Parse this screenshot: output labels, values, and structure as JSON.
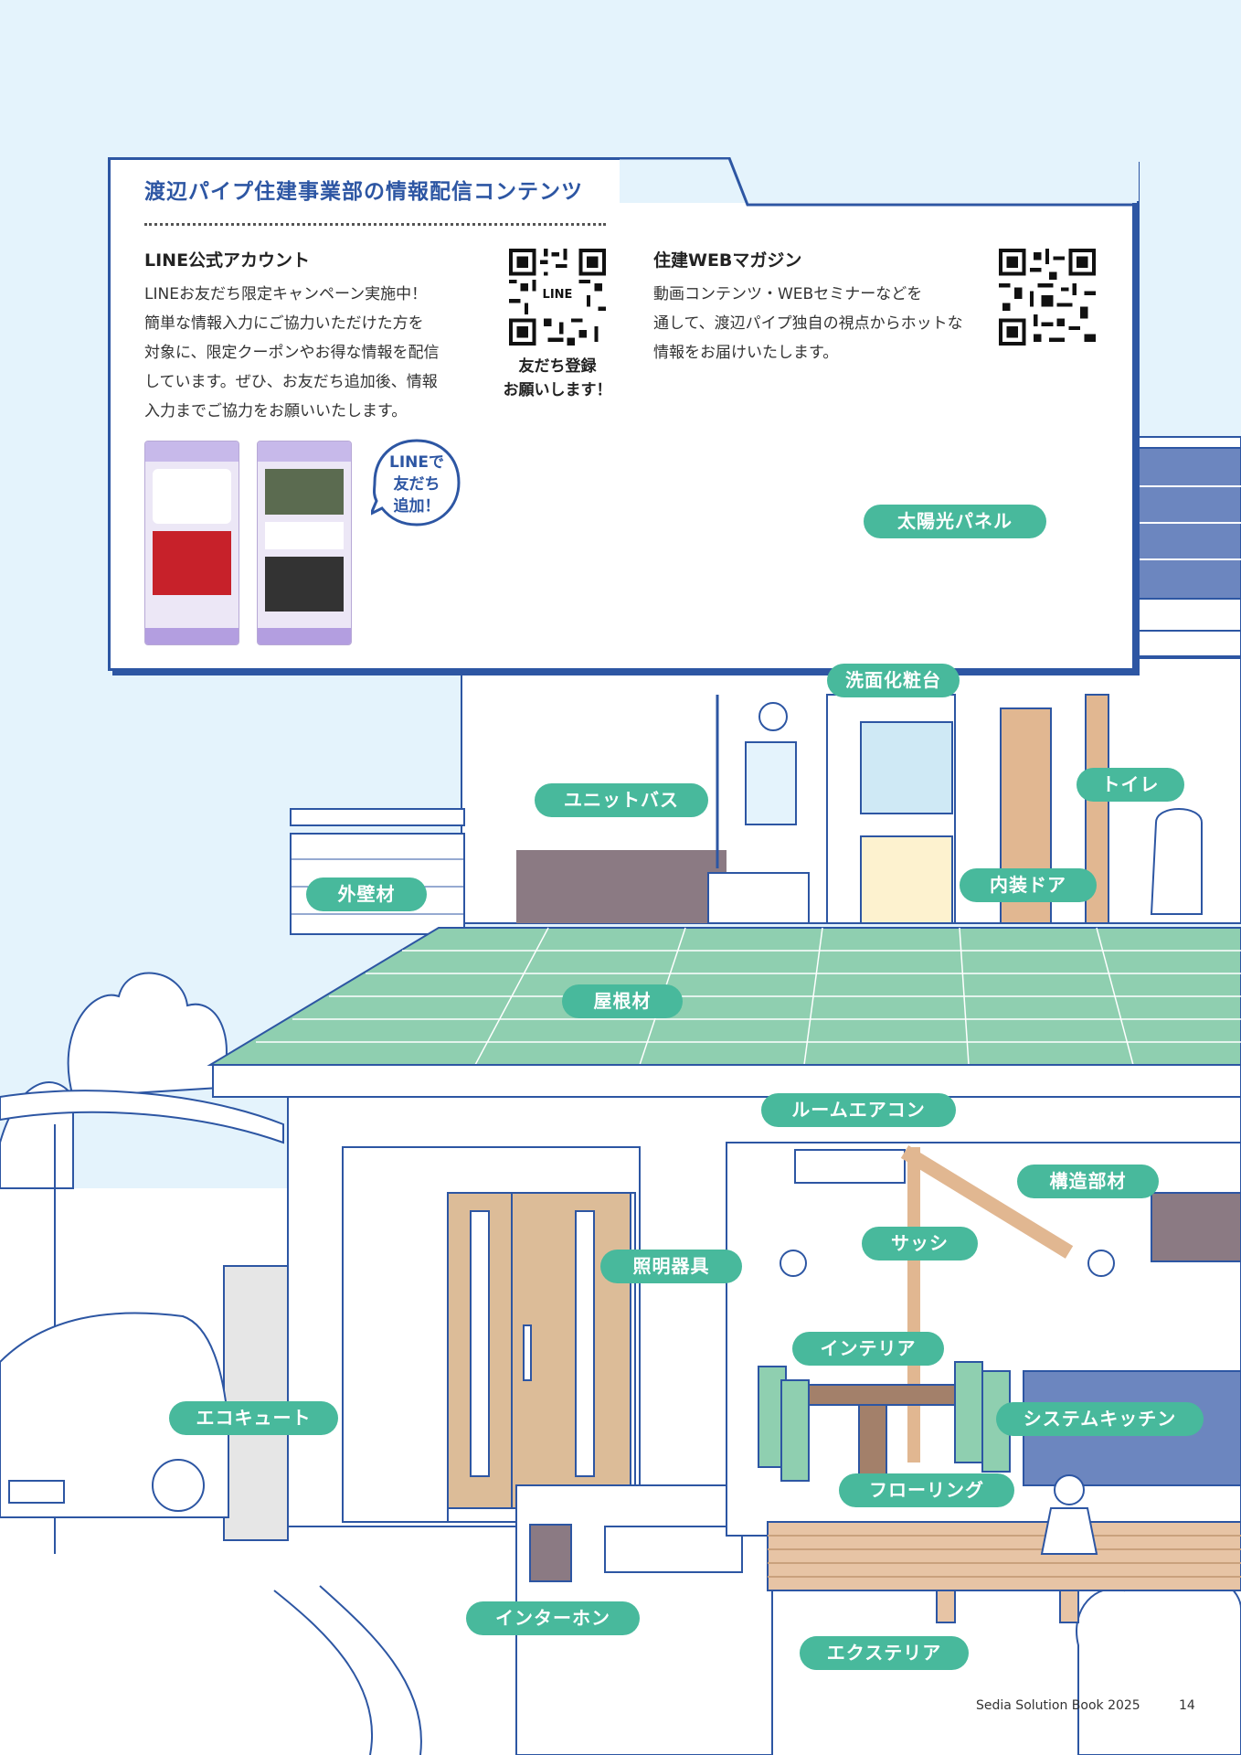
{
  "panel": {
    "title": "渡辺パイプ住建事業部の情報配信コンテンツ",
    "line": {
      "heading": "LINE公式アカウント",
      "body": [
        "LINEお友だち限定キャンペーン実施中！",
        "簡単な情報入力にご協力いただけた方を",
        "対象に、限定クーポンやお得な情報を配信",
        "しています。ぜひ、お友だち追加後、情報",
        "入力までご協力をお願いいたします。"
      ],
      "qr_center_label": "LINE",
      "qr_caption": [
        "友だち登録",
        "お願いします！"
      ],
      "bubble": [
        "LINEで",
        "友だち",
        "追加！"
      ]
    },
    "web": {
      "heading": "住建WEBマガジン",
      "body": [
        "動画コンテンツ・WEBセミナーなどを",
        "通して、渡辺パイプ独自の視点からホットな",
        "情報をお届けいたします。"
      ]
    }
  },
  "labels": {
    "solar": "太陽光パネル",
    "vanity": "洗面化粧台",
    "toilet": "トイレ",
    "unitbath": "ユニットバス",
    "exterior_wall": "外壁材",
    "interior_door": "内装ドア",
    "roofing": "屋根材",
    "aircon": "ルームエアコン",
    "structural": "構造部材",
    "sash": "サッシ",
    "lighting": "照明器具",
    "interior": "インテリア",
    "ecocute": "エコキュート",
    "kitchen": "システムキッチン",
    "flooring": "フローリング",
    "intercom": "インターホン",
    "exterior": "エクステリア"
  },
  "footer": {
    "book": "Sedia Solution Book 2025",
    "page": "14"
  },
  "colors": {
    "accent_blue": "#2d56a3",
    "label_green": "#48b99c",
    "sky": "#e4f3fc",
    "line_purple": "#b39ee0"
  }
}
